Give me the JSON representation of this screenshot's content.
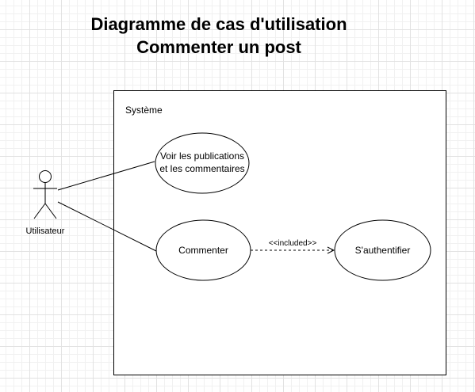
{
  "diagram": {
    "title_line1": "Diagramme de cas d'utilisation",
    "title_line2": "Commenter un post",
    "system_label": "Système",
    "actor": {
      "name": "Utilisateur"
    },
    "use_cases": [
      {
        "line1": "Voir les publications",
        "line2": "et les commentaires"
      },
      {
        "label": "Commenter"
      },
      {
        "label": "S'authentifier"
      }
    ],
    "relation_label": "<<included>>"
  }
}
